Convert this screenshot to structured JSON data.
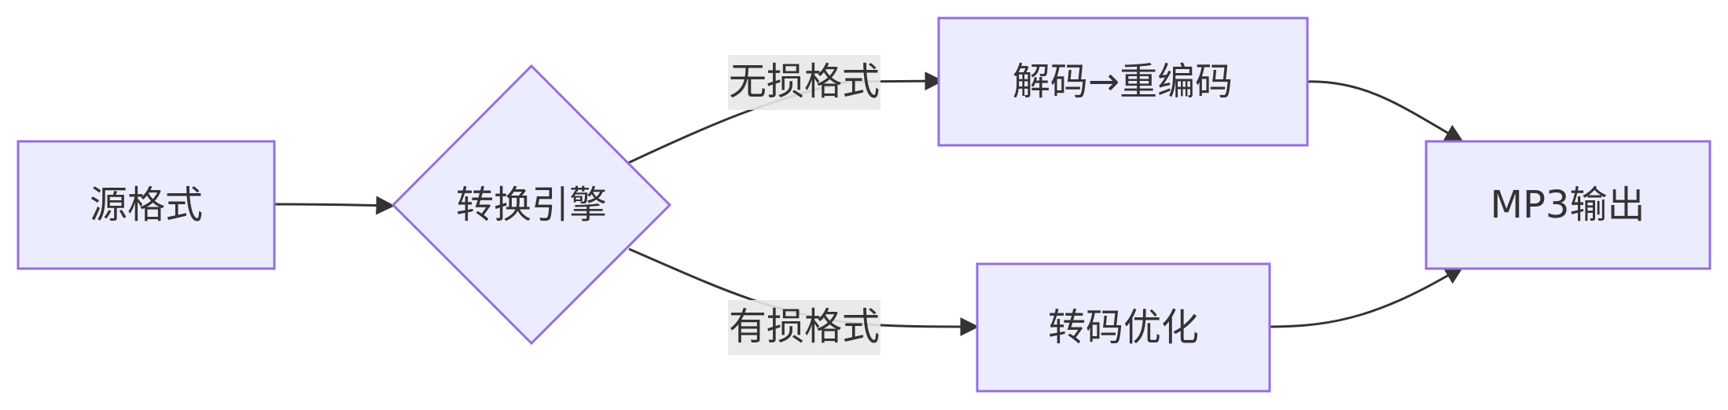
{
  "diagram": {
    "type": "flowchart",
    "direction": "left-to-right",
    "colors": {
      "node_fill": "#ececff",
      "node_stroke": "#9370db",
      "edge": "#333333",
      "edge_label_bg": "#e8e8e8",
      "text": "#333333"
    },
    "nodes": {
      "source": {
        "label": "源格式",
        "shape": "rectangle"
      },
      "engine": {
        "label": "转换引擎",
        "shape": "diamond"
      },
      "decode": {
        "label": "解码→重编码",
        "shape": "rectangle"
      },
      "transcode": {
        "label": "转码优化",
        "shape": "rectangle"
      },
      "output": {
        "label": "MP3输出",
        "shape": "rectangle"
      }
    },
    "edges": [
      {
        "from": "source",
        "to": "engine",
        "label": ""
      },
      {
        "from": "engine",
        "to": "decode",
        "label": "无损格式"
      },
      {
        "from": "engine",
        "to": "transcode",
        "label": "有损格式"
      },
      {
        "from": "decode",
        "to": "output",
        "label": ""
      },
      {
        "from": "transcode",
        "to": "output",
        "label": ""
      }
    ]
  }
}
